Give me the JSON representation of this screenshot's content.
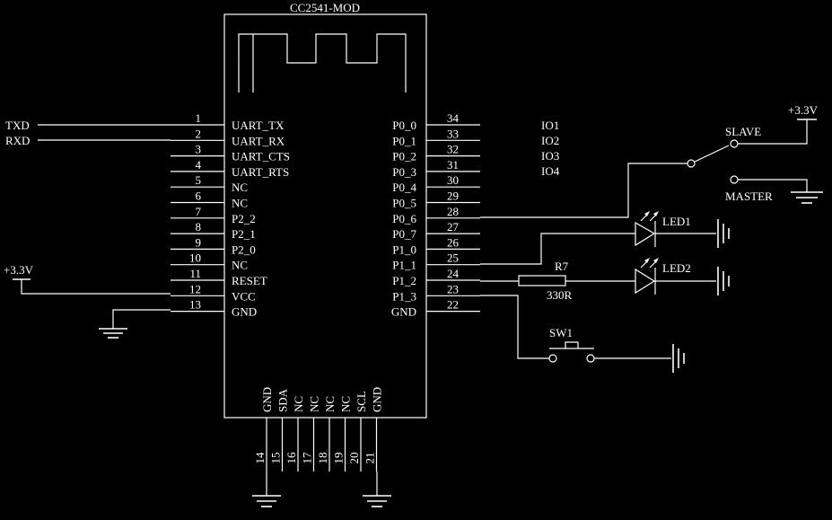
{
  "chip": {
    "title": "CC2541-MOD",
    "left_pins": [
      {
        "num": "1",
        "name": "UART_TX"
      },
      {
        "num": "2",
        "name": "UART_RX"
      },
      {
        "num": "3",
        "name": "UART_CTS"
      },
      {
        "num": "4",
        "name": "UART_RTS"
      },
      {
        "num": "5",
        "name": "NC"
      },
      {
        "num": "6",
        "name": "NC"
      },
      {
        "num": "7",
        "name": "P2_2"
      },
      {
        "num": "8",
        "name": "P2_1"
      },
      {
        "num": "9",
        "name": "P2_0"
      },
      {
        "num": "10",
        "name": "NC"
      },
      {
        "num": "11",
        "name": "RESET"
      },
      {
        "num": "12",
        "name": "VCC"
      },
      {
        "num": "13",
        "name": "GND"
      }
    ],
    "right_pins": [
      {
        "num": "34",
        "name": "P0_0"
      },
      {
        "num": "33",
        "name": "P0_1"
      },
      {
        "num": "32",
        "name": "P0_2"
      },
      {
        "num": "31",
        "name": "P0_3"
      },
      {
        "num": "30",
        "name": "P0_4"
      },
      {
        "num": "29",
        "name": "P0_5"
      },
      {
        "num": "28",
        "name": "P0_6"
      },
      {
        "num": "27",
        "name": "P0_7"
      },
      {
        "num": "26",
        "name": "P1_0"
      },
      {
        "num": "25",
        "name": "P1_1"
      },
      {
        "num": "24",
        "name": "P1_2"
      },
      {
        "num": "23",
        "name": "P1_3"
      },
      {
        "num": "22",
        "name": "GND"
      }
    ],
    "bottom_pins": [
      {
        "num": "14",
        "name": "GND"
      },
      {
        "num": "15",
        "name": "SDA"
      },
      {
        "num": "16",
        "name": "NC"
      },
      {
        "num": "17",
        "name": "NC"
      },
      {
        "num": "18",
        "name": "NC"
      },
      {
        "num": "19",
        "name": "NC"
      },
      {
        "num": "20",
        "name": "SCL"
      },
      {
        "num": "21",
        "name": "GND"
      }
    ]
  },
  "nets": {
    "txd": "TXD",
    "rxd": "RXD",
    "vcc_left": "+3.3V",
    "vcc_right": "+3.3V",
    "io": [
      "IO1",
      "IO2",
      "IO3",
      "IO4"
    ]
  },
  "switch": {
    "slave": "SLAVE",
    "master": "MASTER"
  },
  "components": {
    "led1": "LED1",
    "led2": "LED2",
    "resistor_ref": "R7",
    "resistor_value": "330R",
    "button": "SW1"
  }
}
